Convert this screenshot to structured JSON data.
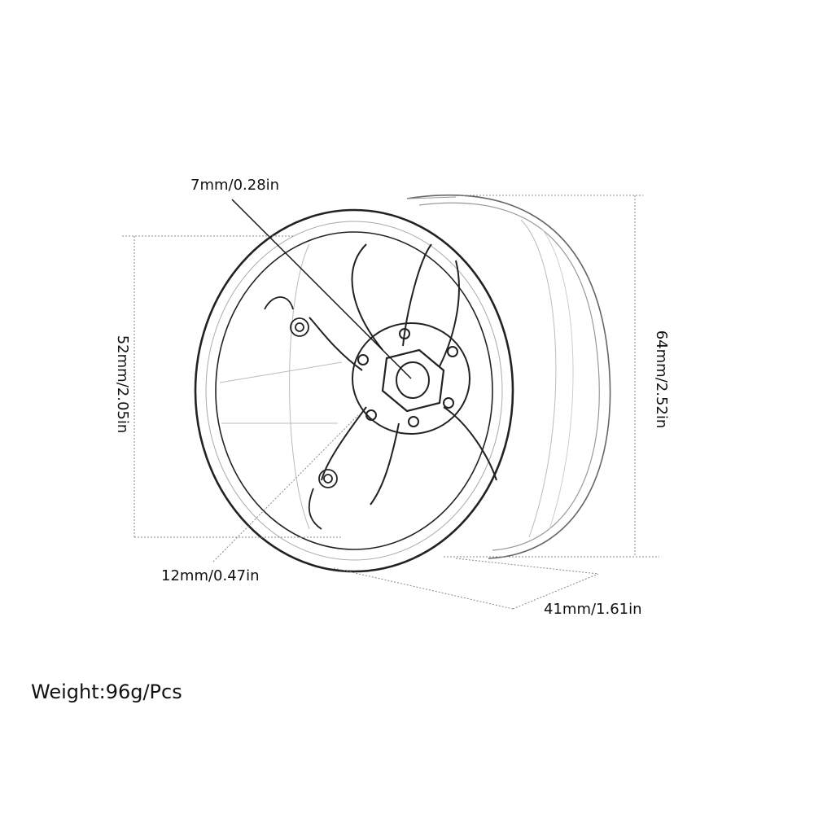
{
  "dimensions": {
    "hex_size": "7mm/0.28in",
    "hub_depth": "12mm/0.47in",
    "width": "41mm/1.61in",
    "bead_diameter": "52mm/2.05in",
    "outer_diameter": "64mm/2.52in"
  },
  "weight": "Weight:96g/Pcs",
  "colors": {
    "line": "#222222",
    "guide": "#888888",
    "text": "#111111"
  }
}
